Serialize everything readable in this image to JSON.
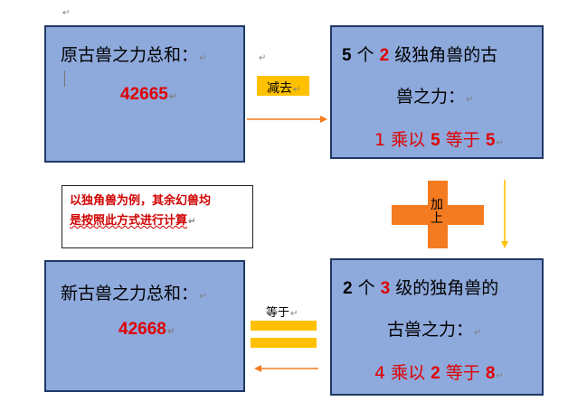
{
  "box_top_left": {
    "title": "原古兽之力总和：",
    "value": "42665"
  },
  "box_top_right": {
    "line1": {
      "a": "5",
      "b": " 个 ",
      "c": "2",
      "d": " 级独角兽的古"
    },
    "line2": "兽之力：",
    "line3": {
      "a": "1 乘以 ",
      "b": "5",
      "c": " 等于 ",
      "d": "5"
    }
  },
  "box_bottom_left": {
    "title": "新古兽之力总和：",
    "value": "42668"
  },
  "box_bottom_right": {
    "line1": {
      "a": "2",
      "b": " 个 ",
      "c": "3",
      "d": " 级的独角兽的"
    },
    "line2": "古兽之力：",
    "line3": {
      "a": "4 乘以 ",
      "b": "2",
      "c": " 等于 ",
      "d": "8"
    }
  },
  "note": {
    "line1": "以独角兽为例，其余幻兽均",
    "line2": "是按照此方式进行计算"
  },
  "operators": {
    "minus_label": "减去",
    "plus_label_1": "加",
    "plus_label_2": "上",
    "equals_label": "等于"
  },
  "paragraph_mark": "↵",
  "colors": {
    "box_fill": "#8ea9db",
    "box_border": "#203864",
    "accent_orange": "#f47b20",
    "operator_yellow": "#ffc000",
    "text_red": "#e00000"
  }
}
